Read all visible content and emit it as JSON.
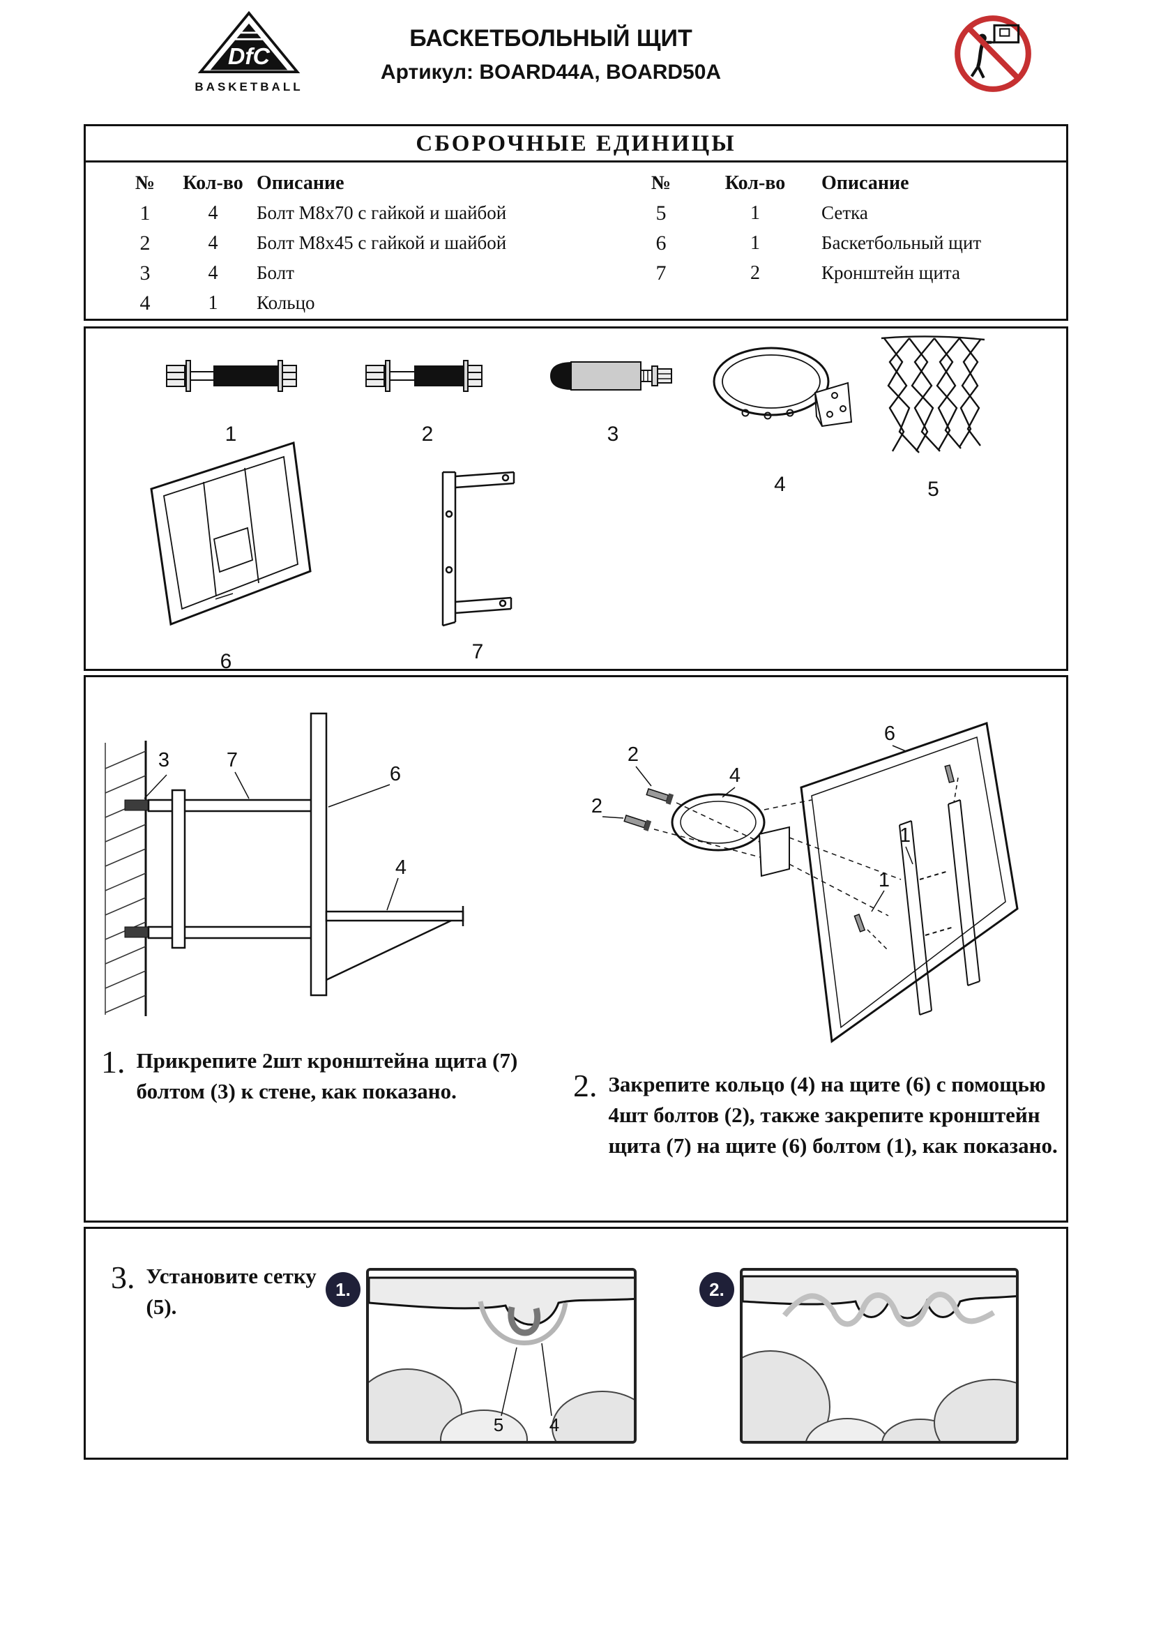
{
  "colors": {
    "prohibition_red": "#c63031",
    "badge_bg": "#1f2038",
    "ink": "#111111"
  },
  "header": {
    "logo_brand": "DfC",
    "logo_sub": "BASKETBALL",
    "title": "БАСКЕТБОЛЬНЫЙ ЩИТ",
    "subtitle": "Артикул: BOARD44A, BOARD50A"
  },
  "parts_table": {
    "title": "СБОРОЧНЫЕ ЕДИНИЦЫ",
    "col_num": "№",
    "col_qty": "Кол-во",
    "col_desc": "Описание",
    "left_rows": [
      {
        "num": "1",
        "qty": "4",
        "desc": "Болт М8х70 с гайкой и шайбой"
      },
      {
        "num": "2",
        "qty": "4",
        "desc": "Болт М8х45 с гайкой и шайбой"
      },
      {
        "num": "3",
        "qty": "4",
        "desc": "Болт"
      },
      {
        "num": "4",
        "qty": "1",
        "desc": "Кольцо"
      }
    ],
    "right_rows": [
      {
        "num": "5",
        "qty": "1",
        "desc": "Сетка"
      },
      {
        "num": "6",
        "qty": "1",
        "desc": "Баскетбольный щит"
      },
      {
        "num": "7",
        "qty": "2",
        "desc": "Кронштейн щита"
      }
    ]
  },
  "figures": {
    "bolt_m8x70": "1",
    "bolt_m8x45": "2",
    "anchor_bolt": "3",
    "ring": "4",
    "net": "5",
    "backboard": "6",
    "bracket": "7"
  },
  "step1": {
    "num": "1.",
    "text": "Прикрепите 2шт кронштейна щита (7) болтом (3) к стене, как показано."
  },
  "step2": {
    "num": "2.",
    "text": "Закрепите кольцо (4) на щите (6) с помощью 4шт болтов (2), также закрепите кронштейн щита (7) на щите (6) болтом (1), как показано."
  },
  "step3": {
    "num": "3.",
    "text": "Установите сетку (5)."
  },
  "diagram1": {
    "label_bracket": "7",
    "label_bolt": "3",
    "label_board": "6",
    "label_ring": "4"
  },
  "diagram2": {
    "label_bolt2_a": "2",
    "label_bolt2_b": "2",
    "label_ring": "4",
    "label_board": "6",
    "label_bolt1_a": "1",
    "label_bolt1_b": "1"
  },
  "net_steps": {
    "badge1": "1.",
    "badge2": "2.",
    "label_net": "5",
    "label_ring": "4"
  }
}
